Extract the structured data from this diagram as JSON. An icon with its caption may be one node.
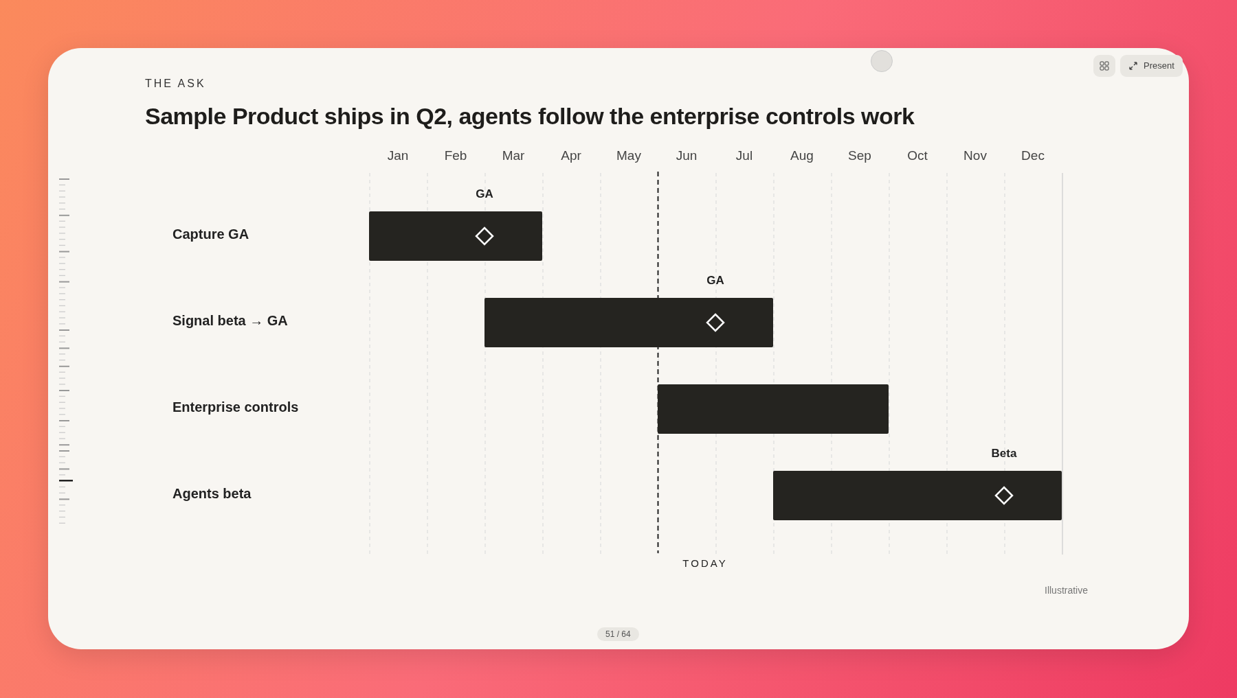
{
  "diagram": {
    "title": "Sample Product ships in Q2, agents follow the enterprise controls work",
    "nodes": [
      {
        "text": [],
        "shape": "bar",
        "beside": [
          "GA"
        ]
      },
      {
        "text": [],
        "shape": "bar",
        "beside": [
          "GA"
        ]
      },
      {
        "text": [],
        "shape": "bar"
      },
      {
        "text": [],
        "shape": "bar",
        "beside": [
          "Beta"
        ]
      }
    ],
    "edges": [],
    "labels": [
      "THE ASK",
      "Present",
      "Jan",
      "Feb",
      "Mar",
      "Apr",
      "May",
      "Jun",
      "Jul",
      "Aug",
      "Sep",
      "Oct",
      "Nov",
      "Dec",
      "Capture GA",
      "Signal beta → GA",
      "Enterprise controls",
      "Agents beta",
      "TODAY",
      "Illustrative",
      "51 / 64"
    ]
  }
}
